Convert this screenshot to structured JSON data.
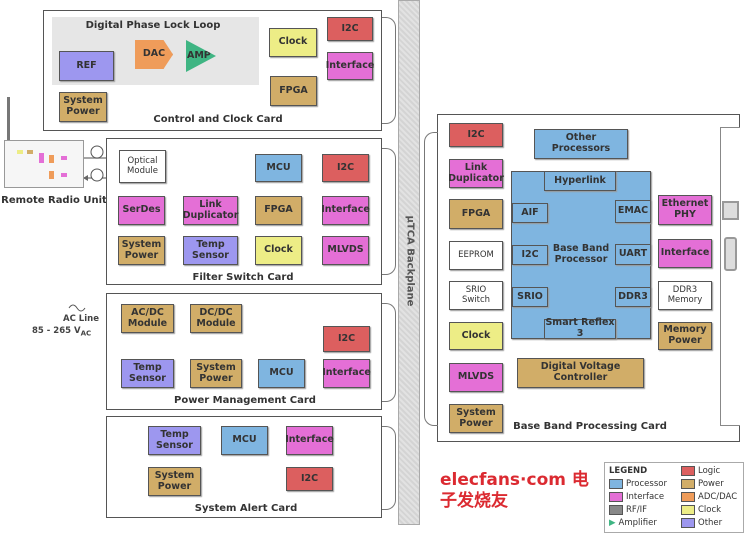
{
  "control_card": {
    "title": "Control and Clock Card",
    "dpll_title": "Digital Phase Lock Loop",
    "ref": "REF",
    "dac": "DAC",
    "amp": "AMP",
    "clock": "Clock",
    "i2c": "I2C",
    "interface": "Interface",
    "fpga": "FPGA",
    "system_power": "System Power"
  },
  "rru": {
    "label": "Remote Radio Unit"
  },
  "filter_card": {
    "title": "Filter Switch Card",
    "optical": "Optical Module",
    "mcu": "MCU",
    "i2c": "I2C",
    "serdes": "SerDes",
    "link_dup": "Link Duplicator",
    "fpga": "FPGA",
    "interface": "Interface",
    "system_power": "System Power",
    "temp": "Temp Sensor",
    "clock": "Clock",
    "mlvds": "MLVDS"
  },
  "power_card": {
    "title": "Power Management Card",
    "ac_line": "AC Line",
    "ac_range": "85 - 265 V",
    "ac_sub": "AC",
    "acdc": "AC/DC Module",
    "dcdc": "DC/DC Module",
    "i2c": "I2C",
    "temp": "Temp Sensor",
    "system_power": "System Power",
    "mcu": "MCU",
    "interface": "Interface"
  },
  "alert_card": {
    "title": "System Alert Card",
    "temp": "Temp Sensor",
    "mcu": "MCU",
    "interface": "Interface",
    "system_power": "System Power",
    "i2c": "I2C"
  },
  "backplane": {
    "label": "µTCA Backplane"
  },
  "bb_card": {
    "title": "Base Band Processing Card",
    "i2c": "I2C",
    "link_dup": "Link Duplicator",
    "fpga": "FPGA",
    "eeprom": "EEPROM",
    "srio_switch": "SRIO Switch",
    "clock": "Clock",
    "mlvds": "MLVDS",
    "system_power": "System Power",
    "other_proc": "Other Processors",
    "bbp": "Base Band Processor",
    "hyperlink": "Hyperlink",
    "aif": "AIF",
    "i2c_port": "I2C",
    "srio": "SRIO",
    "emac": "EMAC",
    "uart": "UART",
    "ddr3": "DDR3",
    "smart_reflex": "Smart Reflex 3",
    "dvc": "Digital Voltage Controller",
    "eth_phy": "Ethernet PHY",
    "interface": "Interface",
    "ddr3_mem": "DDR3 Memory",
    "mem_power": "Memory Power"
  },
  "legend": {
    "title": "LEGEND",
    "items": [
      "Logic",
      "Processor",
      "Power",
      "Interface",
      "ADC/DAC",
      "RF/IF",
      "Clock",
      "Amplifier",
      "Other"
    ]
  },
  "watermark": {
    "text": "elecfans·com 电子发烧友"
  }
}
